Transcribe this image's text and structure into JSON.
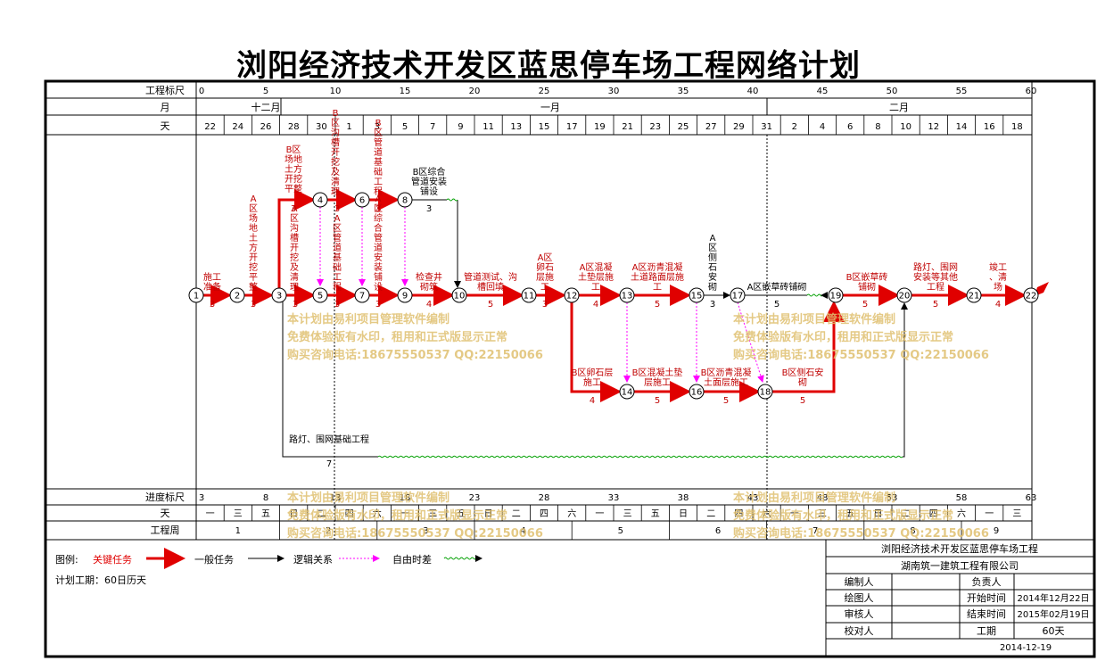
{
  "title": "浏阳经济技术开发区蓝思停车场工程网络计划",
  "scale": {
    "top_label": "工程标尺",
    "top_ticks": [
      "0",
      "5",
      "10",
      "15",
      "20",
      "25",
      "30",
      "35",
      "40",
      "45",
      "50",
      "55",
      "60"
    ],
    "month_label": "月",
    "months": [
      "十二月",
      "一月",
      "二月"
    ],
    "day_label": "天",
    "days": [
      "22",
      "24",
      "26",
      "28",
      "30",
      "1",
      "3",
      "5",
      "7",
      "9",
      "11",
      "13",
      "15",
      "17",
      "19",
      "21",
      "23",
      "25",
      "27",
      "29",
      "31",
      "2",
      "4",
      "6",
      "8",
      "10",
      "12",
      "14",
      "16",
      "18"
    ],
    "progress_label": "进度标尺",
    "progress_ticks": [
      "3",
      "8",
      "13",
      "18",
      "23",
      "28",
      "33",
      "38",
      "43",
      "48",
      "53",
      "58",
      "63"
    ],
    "weekday_label": "天",
    "weekdays": [
      "一",
      "三",
      "五",
      "日",
      "二",
      "四",
      "六",
      "一",
      "三",
      "五",
      "日",
      "二",
      "四",
      "六",
      "一",
      "三",
      "五",
      "日",
      "二",
      "四",
      "六",
      "一",
      "三",
      "五",
      "日",
      "二",
      "四",
      "六",
      "一",
      "三"
    ],
    "week_label": "工程周",
    "weeks": [
      "1",
      "2",
      "3",
      "4",
      "5",
      "6",
      "7",
      "8",
      "9"
    ]
  },
  "nodes": [
    "1",
    "2",
    "3",
    "4",
    "5",
    "6",
    "7",
    "8",
    "10",
    "11",
    "12",
    "13",
    "14",
    "15",
    "16",
    "17",
    "18",
    "19",
    "20",
    "21",
    "22"
  ],
  "tasks": {
    "t1": "施工准备",
    "t1d": "3",
    "t2": "A区场地土方开挖平整",
    "t2d": "3",
    "t3": "B区场地土方开挖平整",
    "t3d": "3",
    "t4": "B区沟槽开挖及清理",
    "t4d": "3",
    "t5": "B区管道基础工程",
    "t5d": "3",
    "t6": "B区综合管道安装铺设",
    "t6d": "3",
    "t7": "A区沟槽开挖及清理",
    "t7d": "3",
    "t8": "A区管道基础工程",
    "t8d": "3",
    "t9": "A区综合管道安装铺设",
    "t9d": "3",
    "t10": "检查井砌筑",
    "t10d": "4",
    "t11": "管道测试、沟槽回填",
    "t11d": "5",
    "t12": "A区卵石层施工",
    "t12d": "3",
    "t13": "A区混凝土垫层施工",
    "t13d": "4",
    "t14": "A区沥青混凝土道路面层施工",
    "t14d": "5",
    "t15": "A区侧石安砌",
    "t15d": "3",
    "t16": "A区嵌草砖铺砌",
    "t16d": "5",
    "t17": "B区嵌草砖铺砌",
    "t17d": "5",
    "t18": "路灯、围网安装等其他工程",
    "t18d": "5",
    "t19": "竣工、清场",
    "t19d": "4",
    "t20": "B区卵石层施工",
    "t20d": "4",
    "t21": "B区混凝土垫层施工",
    "t21d": "5",
    "t22": "B区沥青混凝土面层施工",
    "t22d": "5",
    "t23": "B区侧石安砌",
    "t23d": "5",
    "t24": "路灯、围网基础工程",
    "t24d": "7"
  },
  "watermark": {
    "line1": "本计划由易利项目管理软件编制",
    "line2": "免费体验版有水印，租用和正式版显示正常",
    "line3": "购买咨询电话:18675550537 QQ:22150066"
  },
  "legend": {
    "label": "图例:",
    "critical": "关键任务",
    "normal": "一般任务",
    "logic": "逻辑关系",
    "free": "自由时差",
    "duration": "计划工期：60日历天"
  },
  "titleblock": {
    "project": "浏阳经济技术开发区蓝思停车场工程",
    "company": "湖南筑一建筑工程有限公司",
    "r1a": "编制人",
    "r1b": "负责人",
    "r2a": "绘图人",
    "r2b": "开始时间",
    "r2c": "2014年12月22日",
    "r3a": "审核人",
    "r3b": "结束时间",
    "r3c": "2015年02月19日",
    "r4a": "校对人",
    "r4b": "工期",
    "r4c": "60天",
    "date": "2014-12-19"
  },
  "colors": {
    "critical": "#e00000",
    "normal": "#000000",
    "free": "#ff00ff",
    "wave": "#00a000",
    "watermark": "#e0c070"
  }
}
